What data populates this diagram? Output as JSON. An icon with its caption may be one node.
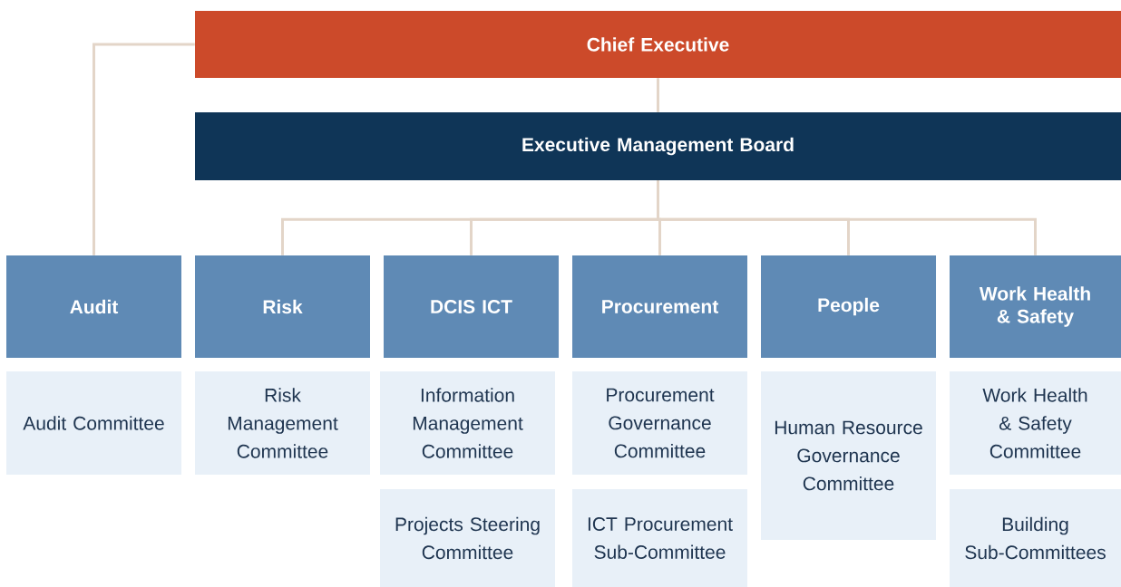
{
  "diagram": {
    "nodes": [
      {
        "text": [
          "Chief Executive"
        ]
      },
      {
        "text": [
          "Executive Management Board"
        ]
      },
      {
        "text": [
          "Audit"
        ]
      },
      {
        "text": [
          "Risk"
        ]
      },
      {
        "text": [
          "DCIS ICT"
        ]
      },
      {
        "text": [
          "Procurement"
        ]
      },
      {
        "text": [
          "People"
        ]
      },
      {
        "text": [
          "Work Health & Safety"
        ]
      },
      {
        "text": [
          "Audit Committee"
        ]
      },
      {
        "text": [
          "Risk Management Committee"
        ]
      },
      {
        "text": [
          "Information Management Committee"
        ]
      },
      {
        "text": [
          "Projects Steering Committee"
        ]
      },
      {
        "text": [
          "Procurement Governance Committee"
        ]
      },
      {
        "text": [
          "ICT Procurement Sub-Committee"
        ]
      },
      {
        "text": [
          "Human Resource Governance Committee"
        ]
      },
      {
        "text": [
          "Work Health & Safety Committee"
        ]
      },
      {
        "text": [
          "Building Sub-Committees"
        ]
      }
    ],
    "edges": [
      {
        "from": 0,
        "to": 1,
        "arrow": "none"
      },
      {
        "from": 0,
        "to": 2,
        "arrow": "none"
      },
      {
        "from": 1,
        "to": 3,
        "arrow": "none"
      },
      {
        "from": 1,
        "to": 4,
        "arrow": "none"
      },
      {
        "from": 1,
        "to": 5,
        "arrow": "none"
      },
      {
        "from": 1,
        "to": 6,
        "arrow": "none"
      },
      {
        "from": 1,
        "to": 7,
        "arrow": "none"
      }
    ]
  }
}
